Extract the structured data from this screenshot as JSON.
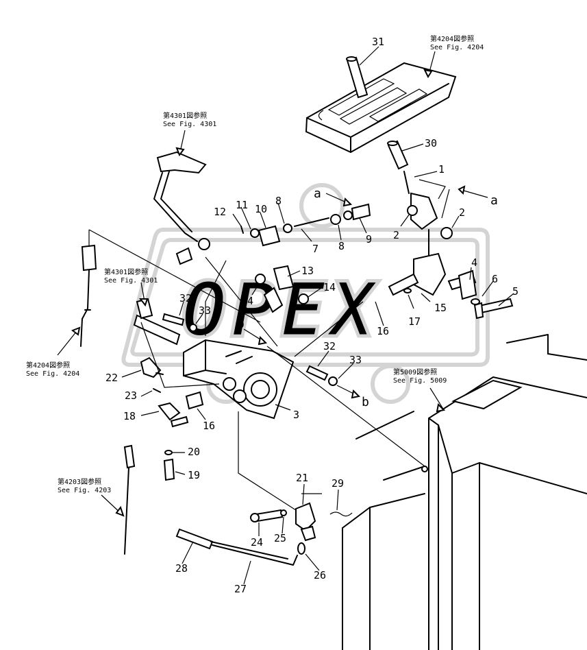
{
  "watermark": {
    "text": "OPEX"
  },
  "part_numbers": [
    {
      "id": "p31",
      "text": "31"
    },
    {
      "id": "p30",
      "text": "30"
    },
    {
      "id": "p1",
      "text": "1"
    },
    {
      "id": "p2a",
      "text": "2"
    },
    {
      "id": "p2b",
      "text": "2"
    },
    {
      "id": "p4",
      "text": "4"
    },
    {
      "id": "p5",
      "text": "5"
    },
    {
      "id": "p6",
      "text": "6"
    },
    {
      "id": "p15",
      "text": "15"
    },
    {
      "id": "p17",
      "text": "17"
    },
    {
      "id": "p16a",
      "text": "16"
    },
    {
      "id": "p14a",
      "text": "14"
    },
    {
      "id": "p14b",
      "text": "14"
    },
    {
      "id": "p13",
      "text": "13"
    },
    {
      "id": "p12",
      "text": "12"
    },
    {
      "id": "p11",
      "text": "11"
    },
    {
      "id": "p10",
      "text": "10"
    },
    {
      "id": "p8a",
      "text": "8"
    },
    {
      "id": "p8b",
      "text": "8"
    },
    {
      "id": "p7",
      "text": "7"
    },
    {
      "id": "p9",
      "text": "9"
    },
    {
      "id": "p32a",
      "text": "32"
    },
    {
      "id": "p33a",
      "text": "33"
    },
    {
      "id": "p32b",
      "text": "32"
    },
    {
      "id": "p33b",
      "text": "33"
    },
    {
      "id": "p22",
      "text": "22"
    },
    {
      "id": "p23",
      "text": "23"
    },
    {
      "id": "p18",
      "text": "18"
    },
    {
      "id": "p20",
      "text": "20"
    },
    {
      "id": "p19",
      "text": "19"
    },
    {
      "id": "p16b",
      "text": "16"
    },
    {
      "id": "p3",
      "text": "3"
    },
    {
      "id": "p21",
      "text": "21"
    },
    {
      "id": "p29",
      "text": "29"
    },
    {
      "id": "p24",
      "text": "24"
    },
    {
      "id": "p25",
      "text": "25"
    },
    {
      "id": "p26",
      "text": "26"
    },
    {
      "id": "p27",
      "text": "27"
    },
    {
      "id": "p28",
      "text": "28"
    }
  ],
  "connection_markers": [
    {
      "id": "a_left",
      "text": "a"
    },
    {
      "id": "a_right",
      "text": "a"
    },
    {
      "id": "b_left",
      "text": "b"
    },
    {
      "id": "b_right",
      "text": "b"
    }
  ],
  "figure_references": [
    {
      "id": "ref4204_top",
      "line1": "第4204図参照",
      "line2": "See Fig. 4204"
    },
    {
      "id": "ref4301_top",
      "line1": "第4301図参照",
      "line2": "See Fig. 4301"
    },
    {
      "id": "ref4301_mid",
      "line1": "第4301図参照",
      "line2": "See Fig. 4301"
    },
    {
      "id": "ref4204_left",
      "line1": "第4204図参照",
      "line2": "See Fig. 4204"
    },
    {
      "id": "ref5009",
      "line1": "第5009図参照",
      "line2": "See Fig. 5009"
    },
    {
      "id": "ref4203",
      "line1": "第4203図参照",
      "line2": "See Fig. 4203"
    }
  ]
}
